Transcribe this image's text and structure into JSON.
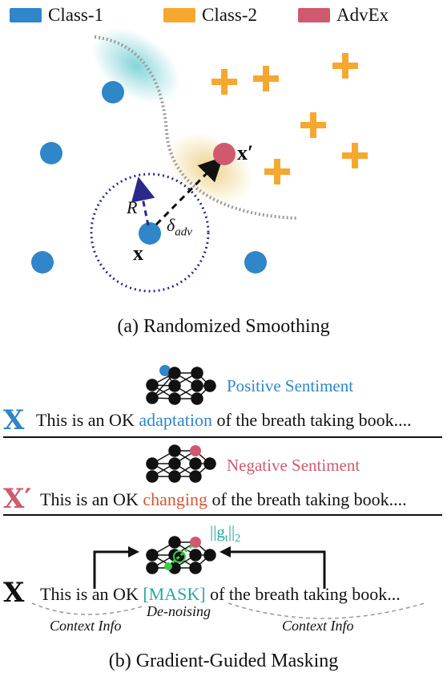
{
  "legend": {
    "items": [
      {
        "label": "Class-1",
        "color": "#2f86c8"
      },
      {
        "label": "Class-2",
        "color": "#f5a830"
      },
      {
        "label": "AdvEx",
        "color": "#cf5a6e"
      }
    ]
  },
  "panel_a": {
    "caption": "(a) Randomized Smoothing",
    "label_x": "x",
    "label_x_prime": "x′",
    "label_radius": "R",
    "label_delta": "δ",
    "label_delta_sub": "adv"
  },
  "panel_b": {
    "caption": "(b) Gradient-Guided Masking",
    "row1": {
      "sentiment": "Positive Sentiment",
      "sentiment_color": "#2f86c8",
      "var": "X",
      "pre": "This is an OK ",
      "highlight": "adaptation",
      "post": " of the breath taking book...."
    },
    "row2": {
      "sentiment": "Negative Sentiment",
      "sentiment_color": "#cf5a6e",
      "var": "X′",
      "pre": "This is an OK ",
      "highlight": "changing",
      "post": " of the breath taking book...."
    },
    "row3": {
      "grad_label": "||g",
      "grad_sub": "t",
      "grad_tail": "||",
      "grad_pow": "2",
      "var": "X",
      "pre": "This is an OK ",
      "highlight": "[MASK]",
      "post": " of the breath taking book...",
      "denoise": "De-noising",
      "context_left": "Context Info",
      "context_right": "Context Info",
      "highlight_color": "#2aa7a0"
    }
  }
}
